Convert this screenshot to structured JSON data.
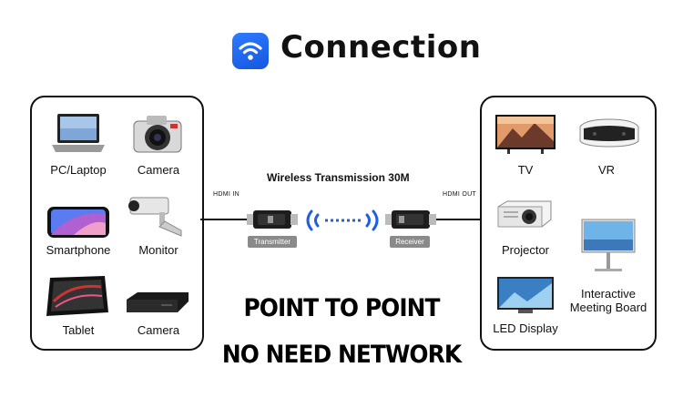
{
  "header": {
    "title": "Connection",
    "icon": "wifi-icon",
    "icon_color": "#1f66f0"
  },
  "sources": [
    {
      "label": "PC/Laptop",
      "icon": "laptop-icon"
    },
    {
      "label": "Camera",
      "icon": "camera-icon"
    },
    {
      "label": "Smartphone",
      "icon": "smartphone-icon"
    },
    {
      "label": "Monitor",
      "icon": "security-camera-icon"
    },
    {
      "label": "Tablet",
      "icon": "tablet-icon"
    },
    {
      "label": "Camera",
      "icon": "set-top-box-icon"
    }
  ],
  "displays": [
    {
      "label": "TV",
      "icon": "tv-icon"
    },
    {
      "label": "VR",
      "icon": "vr-headset-icon"
    },
    {
      "label": "Projector",
      "icon": "projector-icon"
    },
    {
      "label": "Interactive\nMeeting Board",
      "line1": "Interactive",
      "line2": "Meeting Board",
      "icon": "meeting-board-icon"
    },
    {
      "label": "LED Display",
      "icon": "led-display-icon"
    }
  ],
  "link": {
    "title": "Wireless Transmission 30M",
    "hdmi_in": "HDMI IN",
    "hdmi_out": "HDMI OUT",
    "transmitter": "Transmitter",
    "receiver": "Receiver",
    "signal_color": "#1f5fe0"
  },
  "slogans": {
    "line1": "POINT TO POINT",
    "line2": "NO NEED NETWORK"
  }
}
